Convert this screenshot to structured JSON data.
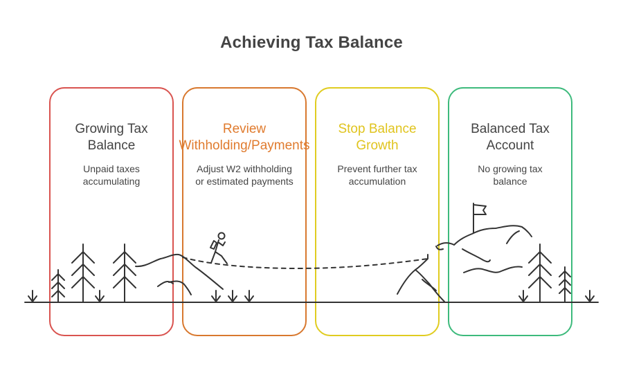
{
  "title": "Achieving Tax Balance",
  "stages": [
    {
      "title": "Growing Tax\nBalance",
      "description": "Unpaid taxes\naccumulating",
      "color": "#d9534f",
      "title_color": "#444444"
    },
    {
      "title": "Review\nWithholding/Payments",
      "description": "Adjust W2 withholding\nor estimated payments",
      "color": "#d8782e",
      "title_color": "#e07b2e"
    },
    {
      "title": "Stop Balance\nGrowth",
      "description": "Prevent further tax\naccumulation",
      "color": "#e0cc20",
      "title_color": "#e0c41e"
    },
    {
      "title": "Balanced Tax\nAccount",
      "description": "No growing tax\nbalance",
      "color": "#3dba7c",
      "title_color": "#444444"
    }
  ],
  "icons": [
    "tree-icon",
    "hiker-icon",
    "mountain-icon",
    "flag-icon",
    "grass-icon"
  ]
}
